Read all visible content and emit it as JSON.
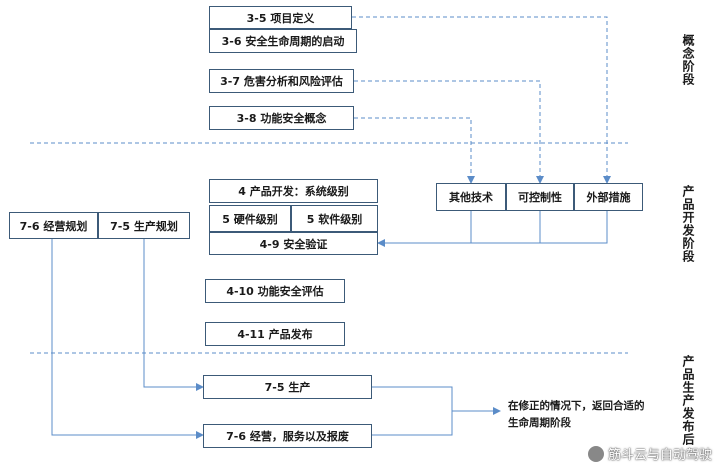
{
  "concept": {
    "b35": "3-5 项目定义",
    "b36": "3-6 安全生命周期的启动",
    "b37": "3-7 危害分析和风险评估",
    "b38": "3-8 功能安全概念"
  },
  "measures": {
    "other_tech": "其他技术",
    "controllability": "可控制性",
    "external": "外部措施"
  },
  "development": {
    "b4": "4  产品开发：系统级别",
    "b5hw": "5  硬件级别",
    "b5sw": "5  软件级别",
    "b49": "4-9  安全验证",
    "b410": "4-10  功能安全评估",
    "b411": "4-11  产品发布"
  },
  "planning": {
    "b76": "7-6  经营规划",
    "b75": "7-5  生产规划"
  },
  "production": {
    "p75": "7-5  生产",
    "p76": "7-6  经营，服务以及报废"
  },
  "note": {
    "line1": "在修正的情况下，返回合适的",
    "line2": "生命周期阶段"
  },
  "phases": {
    "concept": "概念阶段",
    "development": "产品开发阶段",
    "production": "产品生产发布后"
  },
  "watermark": "筋斗云与自动驾驶",
  "colors": {
    "box_border": "#3c5a78",
    "arrow": "#5b8cc8",
    "separator": "#5b8cc8"
  }
}
